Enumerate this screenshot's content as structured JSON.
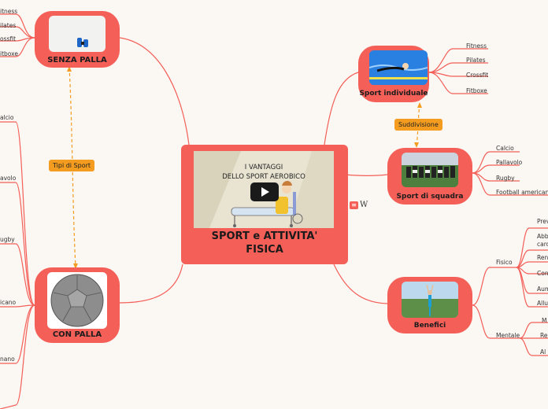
{
  "central": {
    "video_line1": "I VANTAGGI",
    "video_line2": "DELLO SPORT AEROBICO",
    "title_line1": "SPORT e ATTIVITA'",
    "title_line2": "FISICA"
  },
  "nodes": {
    "senza_palla": "SENZA PALLA",
    "con_palla": "CON PALLA",
    "sport_individuale": "Sport individuale",
    "sport_di_squadra": "Sport di squadra",
    "benefici": "Benefici"
  },
  "tags": {
    "tipi_di_sport": "Tipi di Sport",
    "suddivisione": "Suddivisione"
  },
  "leaves": {
    "individuale": [
      "Fitness",
      "Pilates",
      "Crossfit",
      "Fitboxe"
    ],
    "squadra": [
      "Calcio",
      "Pallavolo",
      "Rugby",
      "Football americano"
    ],
    "benefici_groups": [
      "Fisico",
      "Mentale"
    ],
    "fisico_items": [
      "Prev",
      "Abb",
      "card",
      "Ren",
      "Con",
      "Aum",
      "Allu"
    ],
    "mentale_items": [
      "M",
      "Re",
      "Al"
    ],
    "senza_palla_items": [
      "itness",
      "ilates",
      "ossfit",
      "itboxe"
    ],
    "con_palla_items": [
      "alcio",
      "avolo",
      "ugby",
      "icano",
      "nano"
    ]
  },
  "colors": {
    "node": "#f45f58",
    "tag": "#f39c1f",
    "background": "#fbf7f3"
  },
  "icons": {
    "play": "play-icon",
    "menu": "menu-icon",
    "wiki": "w-icon"
  }
}
